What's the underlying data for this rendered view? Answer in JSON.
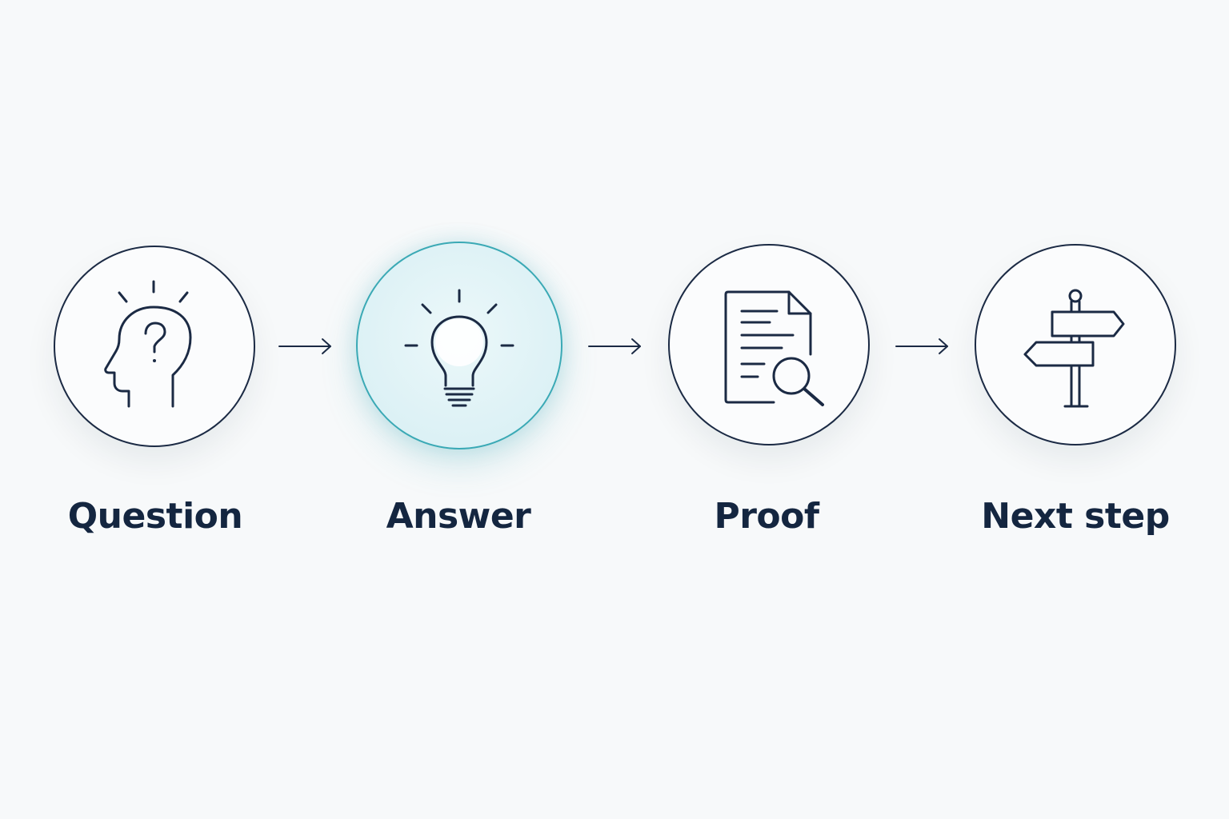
{
  "steps": [
    {
      "label": "Question",
      "icon": "head-question-icon",
      "active": false
    },
    {
      "label": "Answer",
      "icon": "lightbulb-icon",
      "active": true
    },
    {
      "label": "Proof",
      "icon": "document-search-icon",
      "active": false
    },
    {
      "label": "Next step",
      "icon": "signpost-icon",
      "active": false
    }
  ],
  "colors": {
    "background": "#f7f9fa",
    "stroke": "#1b2a44",
    "accent": "#3aa9b5",
    "accent_fill": "#dcf1f5",
    "label": "#142640"
  }
}
